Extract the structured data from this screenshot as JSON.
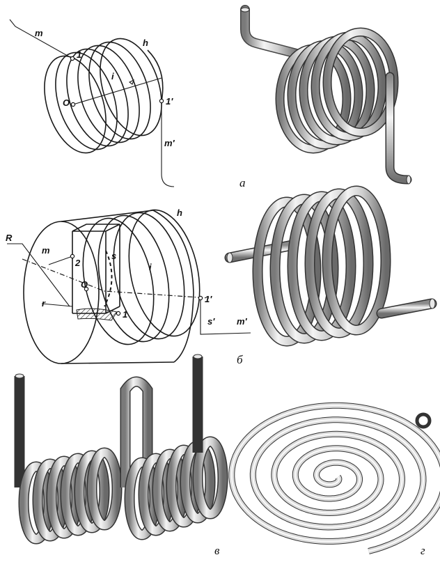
{
  "figure": {
    "panel_a": {
      "caption": "а",
      "labels": {
        "m": "m",
        "h": "h",
        "p1": "1",
        "i": "i",
        "O": "O",
        "p1p": "1′",
        "mp": "m′"
      }
    },
    "panel_b": {
      "caption": "б",
      "labels": {
        "R": "R",
        "h": "h",
        "m": "m",
        "p2": "2",
        "s": "s",
        "i": "i",
        "O": "O",
        "r": "r",
        "p1": "1",
        "p1p": "1′",
        "sp": "s′",
        "mp": "m′"
      }
    },
    "panel_v": {
      "caption": "в"
    },
    "panel_g": {
      "caption": "г"
    }
  }
}
